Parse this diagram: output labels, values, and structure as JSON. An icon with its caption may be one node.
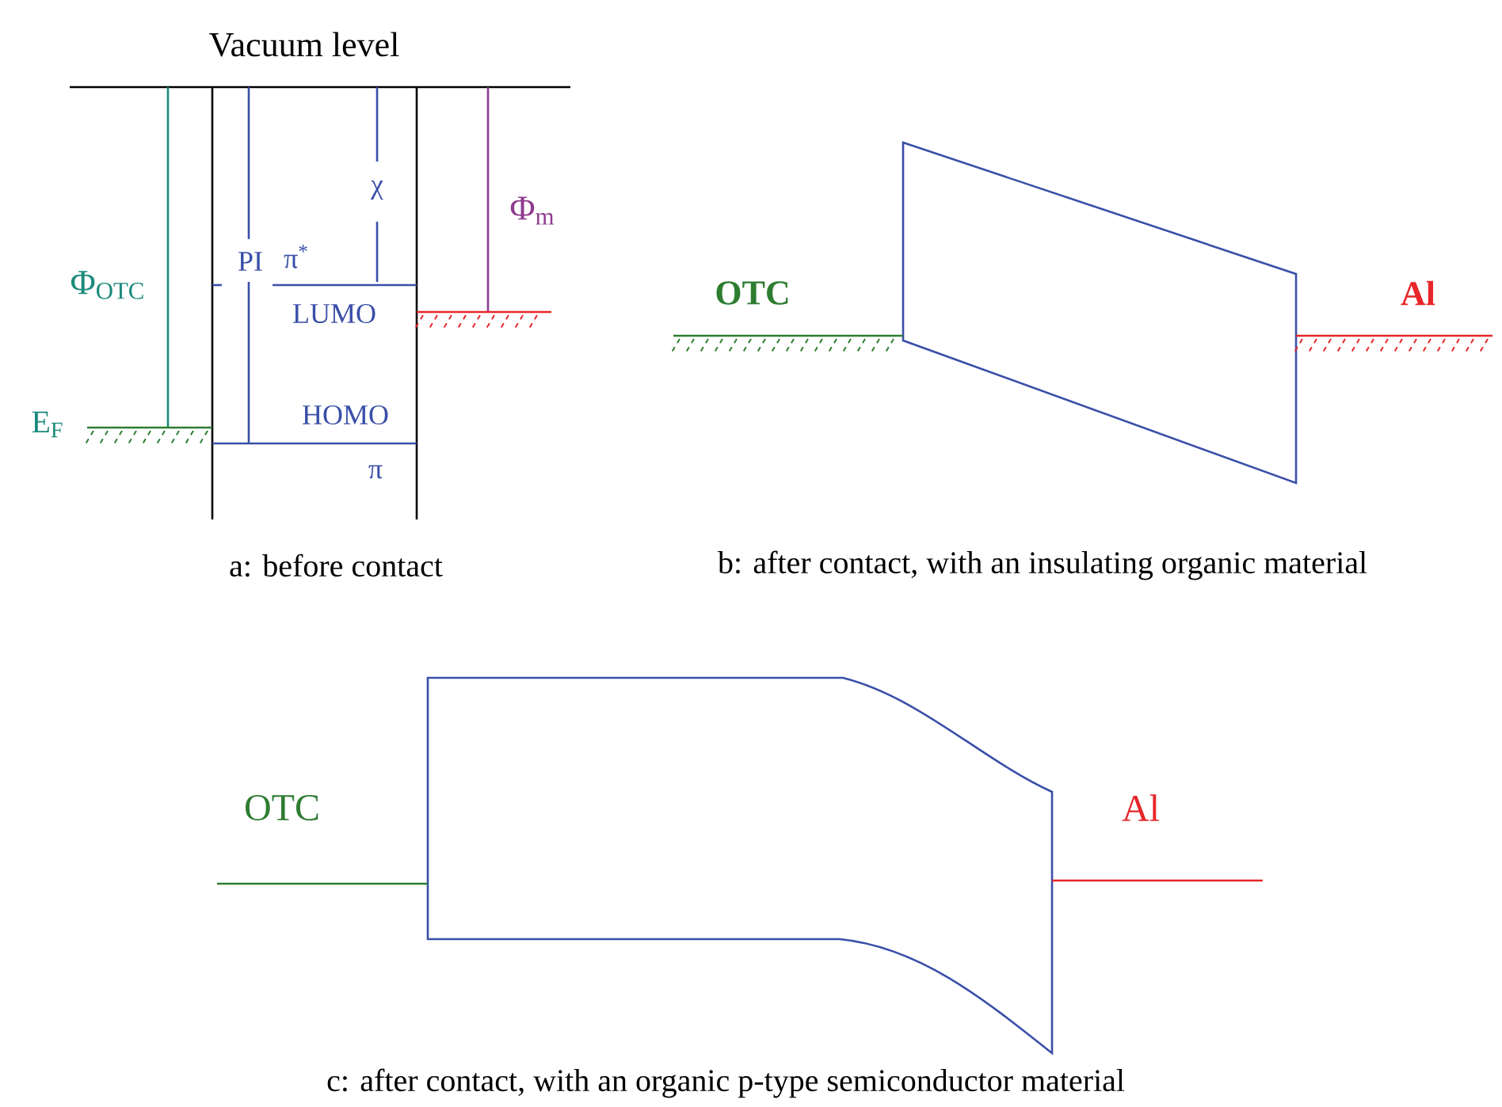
{
  "diagram": {
    "labels": [
      "Vacuum level",
      "Φ$_{OTC}$",
      "PI",
      "π$^{*}$",
      "χ",
      "Φ$_{m}$",
      "LUMO",
      "E$_{F}$",
      "HOMO",
      "π",
      "a: before contact",
      "OTC",
      "Al",
      "b: after contact, with an insulating organic material",
      "OTC",
      "Al",
      "c: after contact, with an organic p-type semiconductor material"
    ]
  }
}
